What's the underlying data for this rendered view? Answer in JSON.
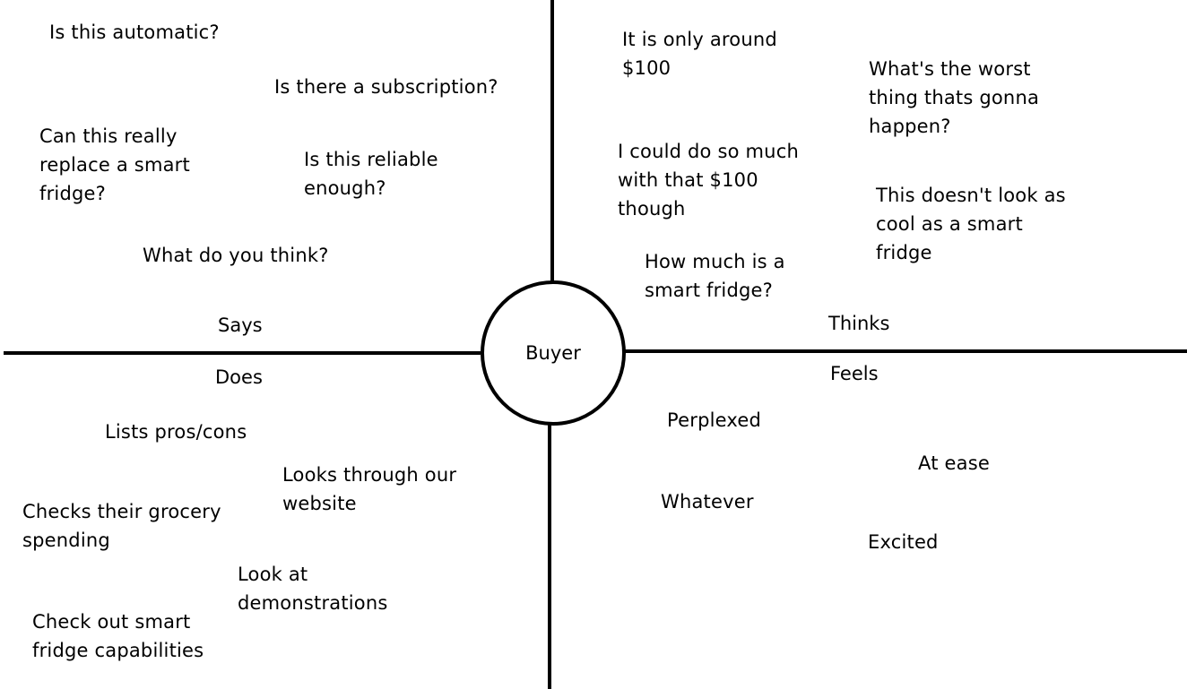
{
  "center": {
    "label": "Buyer"
  },
  "quadrants": {
    "says": {
      "label": "Says",
      "notes": [
        "Is this automatic?",
        "Is there a subscription?",
        "Can this really\nreplace a smart\nfridge?",
        "Is this reliable\nenough?",
        "What do you think?"
      ]
    },
    "thinks": {
      "label": "Thinks",
      "notes": [
        "It is only around\n$100",
        "What's the worst\nthing thats gonna\nhappen?",
        "I could do so much\nwith that $100\nthough",
        "This doesn't look as\ncool as a smart\nfridge",
        "How much is a\nsmart fridge?"
      ]
    },
    "does": {
      "label": "Does",
      "notes": [
        "Lists pros/cons",
        "Looks through our\nwebsite",
        "Checks their grocery\nspending",
        "Look at\ndemonstrations",
        "Check out smart\nfridge capabilities"
      ]
    },
    "feels": {
      "label": "Feels",
      "notes": [
        "Perplexed",
        "At ease",
        "Whatever",
        "Excited"
      ]
    }
  }
}
